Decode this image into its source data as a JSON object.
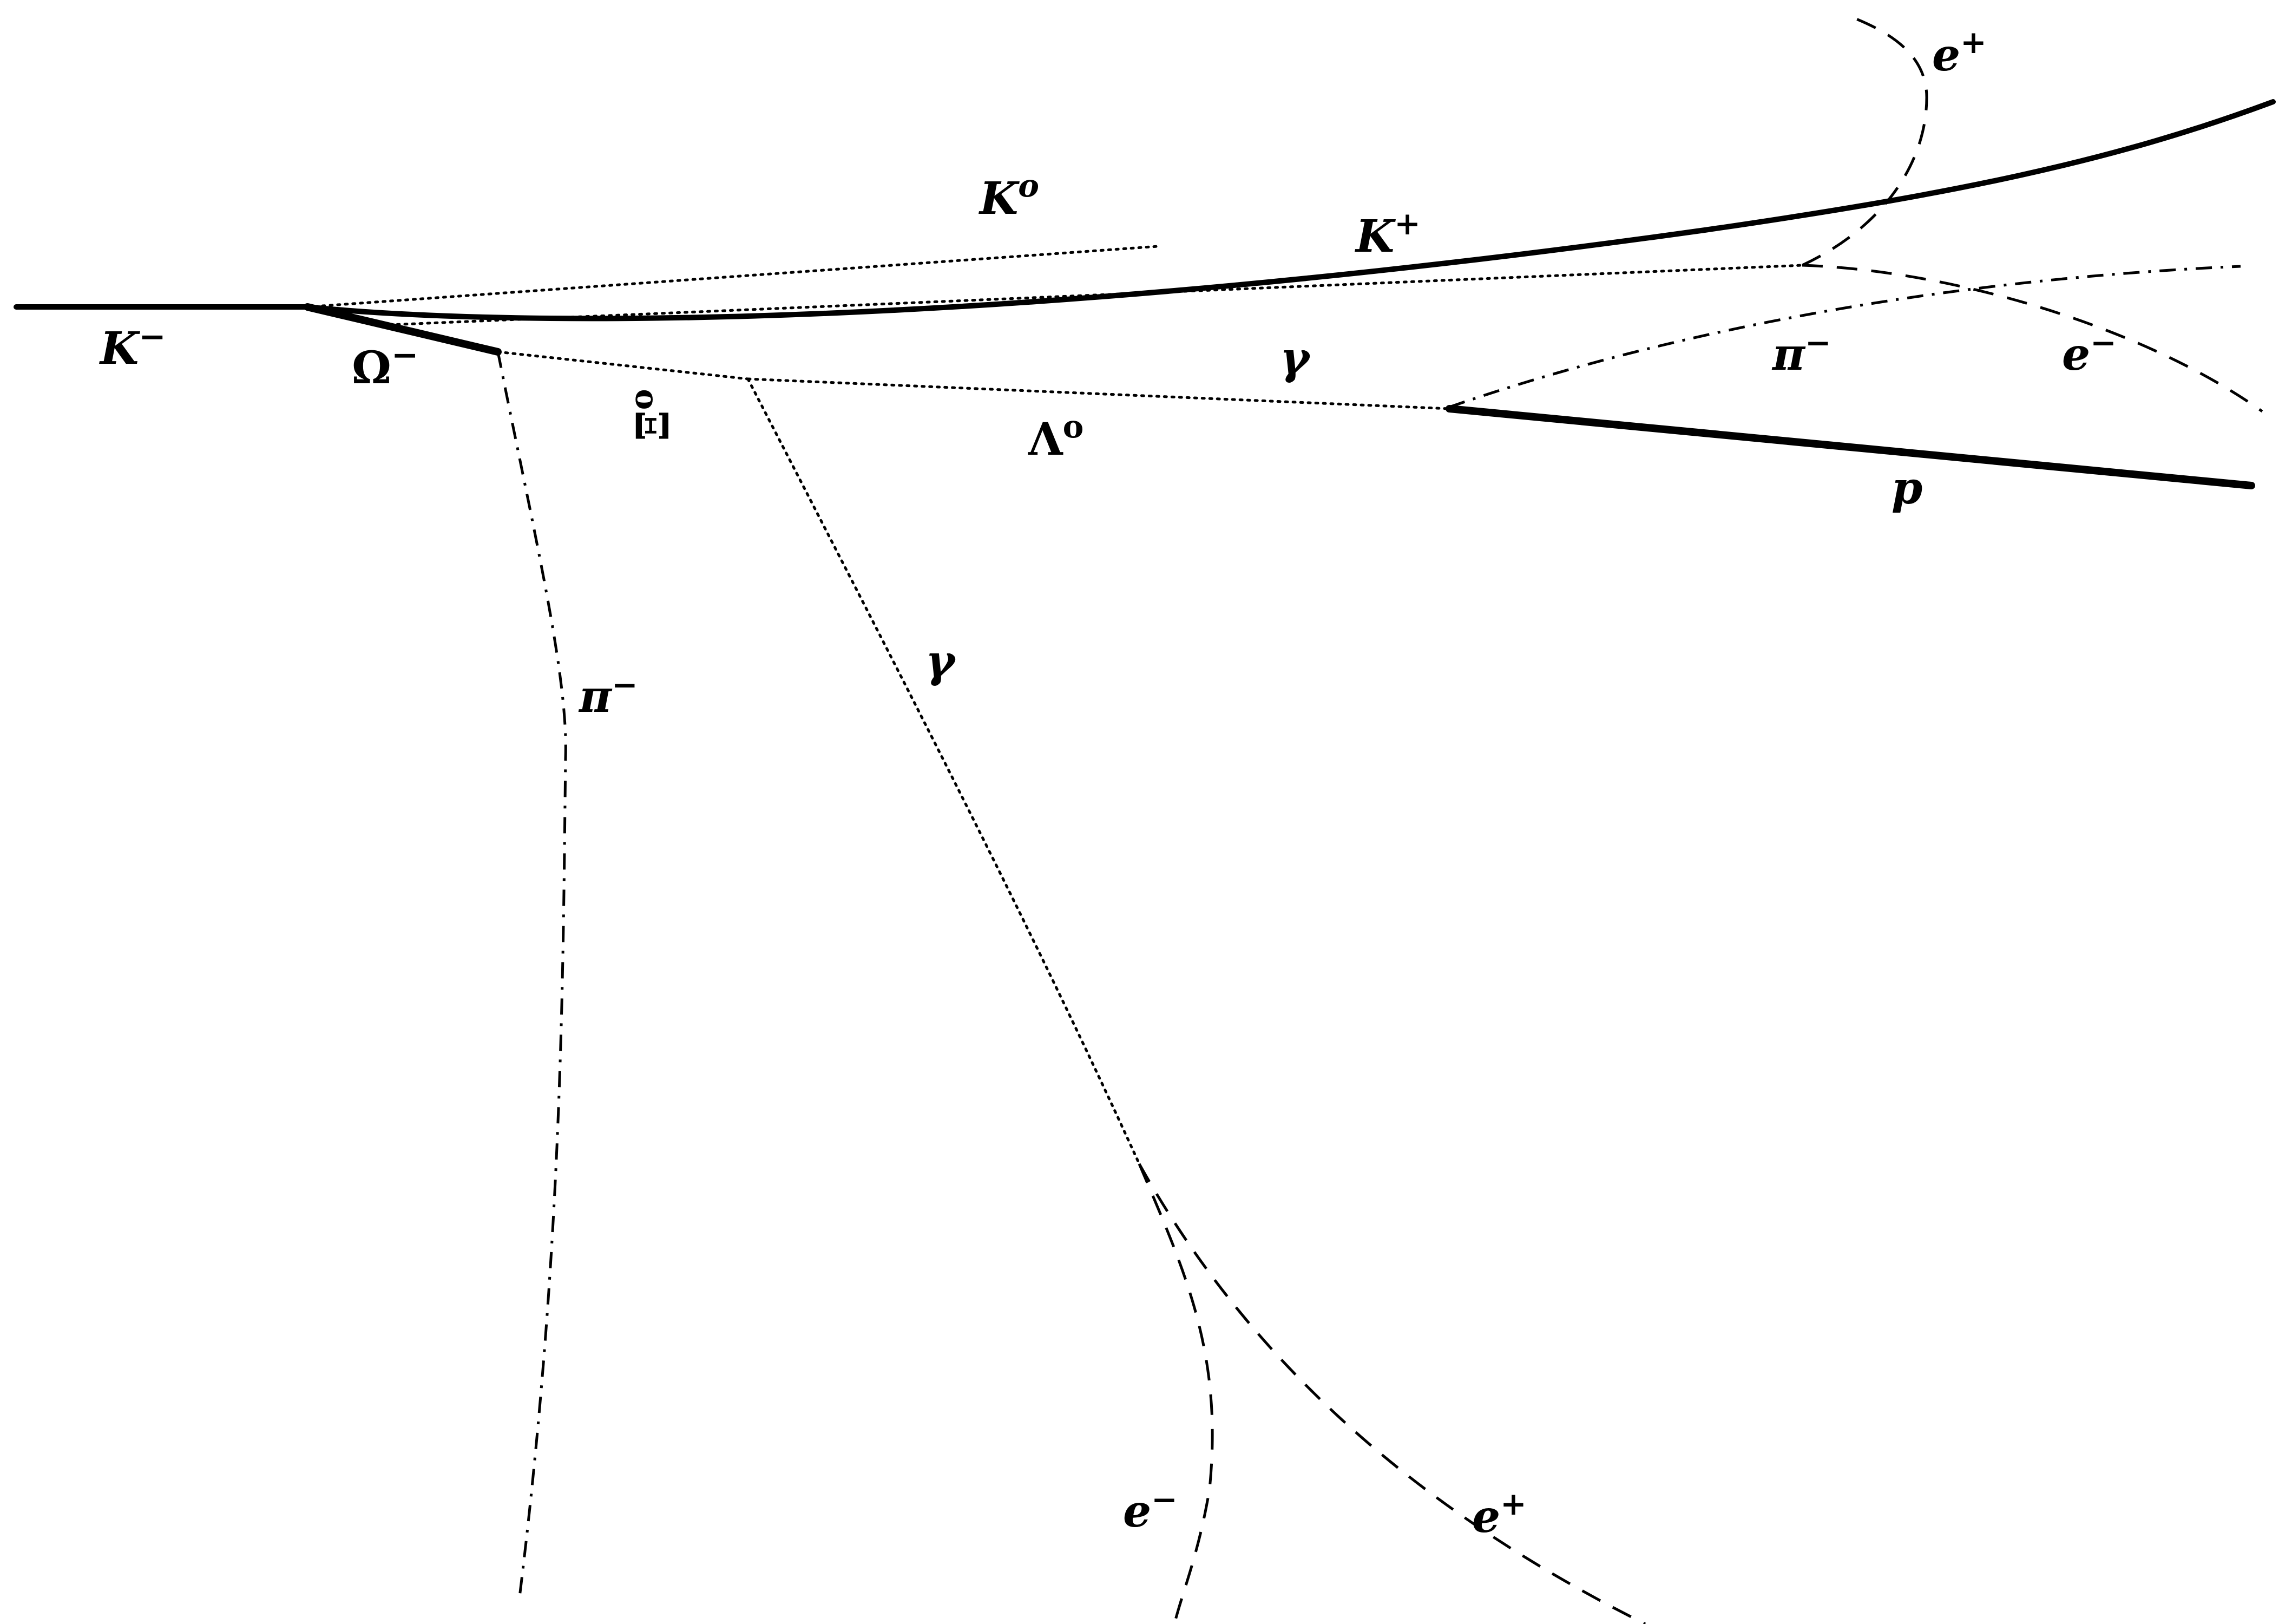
{
  "labels": {
    "k_minus": "K",
    "k_minus_sup": "−",
    "omega_minus": "Ω",
    "omega_minus_sup": "−",
    "k_zero": "K",
    "k_zero_sup": "o",
    "k_plus": "K",
    "k_plus_sup": "+",
    "xi_zero": "Ξ",
    "xi_zero_sup": "o",
    "gamma_upper": "γ",
    "lambda_zero": "Λ",
    "lambda_zero_sup": "o",
    "pi_minus_right": "π",
    "pi_minus_right_sup": "−",
    "e_minus_right": "e",
    "e_minus_right_sup": "−",
    "e_plus_top": "e",
    "e_plus_top_sup": "+",
    "proton": "p",
    "pi_minus_lower": "π",
    "pi_minus_lower_sup": "−",
    "gamma_lower": "γ",
    "e_minus_bottom": "e",
    "e_minus_bottom_sup": "−",
    "e_plus_bottom": "e",
    "e_plus_bottom_sup": "+"
  }
}
